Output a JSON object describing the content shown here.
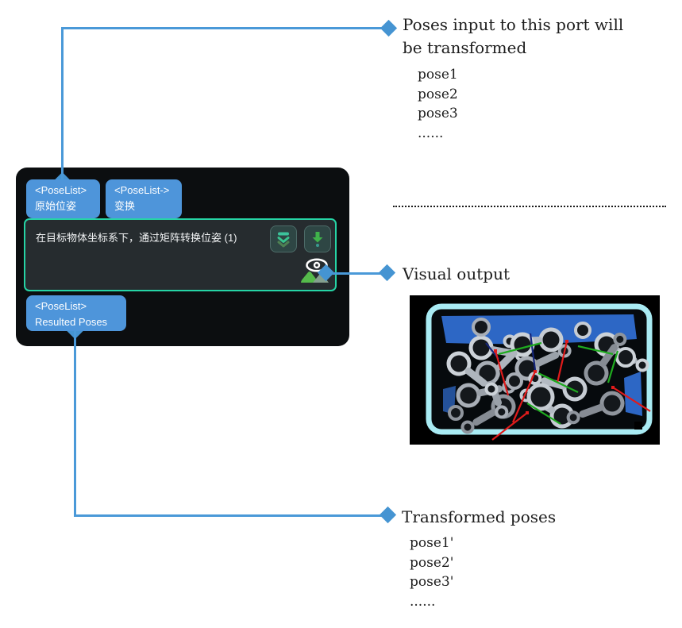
{
  "node": {
    "input_ports": [
      {
        "type": "<PoseList>",
        "name": "原始位姿"
      },
      {
        "type": "<PoseList->",
        "name": "变换"
      }
    ],
    "title": "在目标物体坐标系下，通过矩阵转换位姿 (1)",
    "output_port": {
      "type": "<PoseList>",
      "name": "Resulted Poses"
    }
  },
  "annotations": {
    "input": {
      "title_lines": [
        "Poses input to this port will",
        "be transformed"
      ],
      "items": [
        "pose1",
        "pose2",
        "pose3",
        "......"
      ]
    },
    "visual": {
      "title": "Visual output"
    },
    "output": {
      "title": "Transformed poses",
      "items": [
        "pose1'",
        "pose2'",
        "pose3'",
        "......"
      ]
    }
  },
  "icons": {
    "expand_button": "double-chevron-down-icon",
    "download_button": "download-arrow-icon",
    "visual_output": "eye-over-image-icon",
    "connector_marker": "diamond-marker"
  },
  "colors": {
    "port_blue": "#4e95da",
    "connector_blue": "#4a99d8",
    "node_bg": "#0c0e10",
    "node_body_bg": "#262c2f",
    "node_border_teal": "#26d4a5",
    "arrow_green": "#3fb24a",
    "chevron_teal": "#38c48d",
    "axis_red": "#e01b1b",
    "axis_green": "#1fab1f",
    "bin_cyan": "#a9ebf3",
    "bin_blue": "#2d67c5",
    "annotation_text": "#1d1d1d"
  }
}
